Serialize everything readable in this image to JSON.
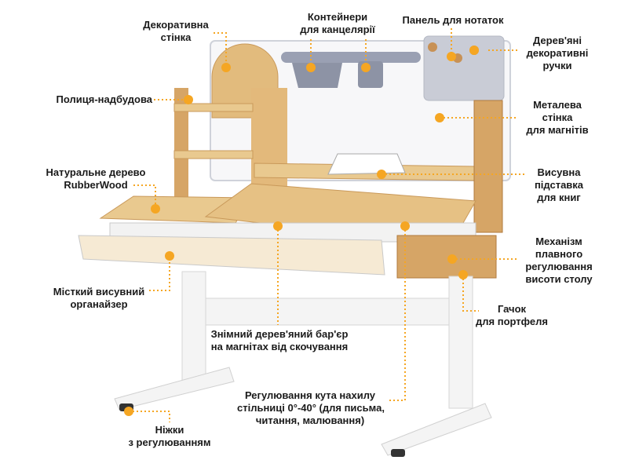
{
  "colors": {
    "accent": "#f5a623",
    "wood_light": "#e9c98f",
    "wood_mid": "#d6a566",
    "wood_dark": "#b07a3e",
    "frame": "#f4f4f4",
    "panel_grey": "#c9ccd6"
  },
  "callouts": {
    "decorative_wall": [
      "Декоративна",
      "стінка"
    ],
    "stationery_containers": [
      "Контейнери",
      "для канцелярії"
    ],
    "notes_panel": [
      "Панель для нотаток"
    ],
    "wooden_handles": [
      "Дерев'яні",
      "декоративні",
      "ручки"
    ],
    "shelf_superstructure": [
      "Полиця-надбудова"
    ],
    "metal_magnet_wall": [
      "Металева",
      "стінка",
      "для магнітів"
    ],
    "natural_wood": [
      "Натуральне дерево",
      "RubberWood"
    ],
    "book_stand": [
      "Висувна",
      "підставка",
      "для книг"
    ],
    "height_mechanism": [
      "Механізм",
      "плавного",
      "регулювання",
      "висоти столу"
    ],
    "organizer": [
      "Місткий висувний",
      "органайзер"
    ],
    "bag_hook": [
      "Гачок",
      "для портфеля"
    ],
    "magnetic_barrier": [
      "Знімний дерев'яний бар'єр",
      "на магнітах від скочування"
    ],
    "tilt_adjust": [
      "Регулювання кута нахилу",
      "стільниці 0°-40° (для письма,",
      "читання, малювання)"
    ],
    "adjustable_feet": [
      "Ніжки",
      "з регулюванням"
    ]
  }
}
